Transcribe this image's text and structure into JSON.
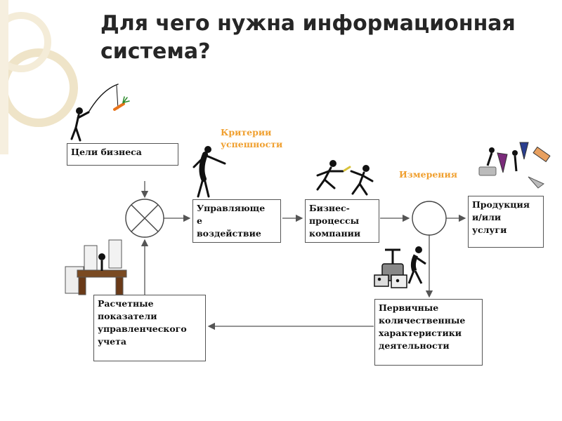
{
  "title": "Для чего нужна информационная система?",
  "colors": {
    "accent": "#f0a030",
    "text": "#111111",
    "stroke": "#555555",
    "deco": "#efe4c8"
  },
  "nodes": {
    "goals": "Цели бизнеса",
    "control": "Управляюще\nе\nвоздействие",
    "processes": "Бизнес-\nпроцессы\nкомпании",
    "product": "Продукция\nи/или\n услуги",
    "primary": "Первичные\nколичественные\n характеристики\n деятельности",
    "indicators": "Расчетные\nпоказатели\nуправленческого\nучета"
  },
  "labels": {
    "criteria": "Критерии\nуспешности",
    "measures": "Измерения"
  },
  "icons": [
    "comparator-circle",
    "summing-circle",
    "stick-figure-carrot",
    "stick-figure-pointing",
    "relay-runners-icon",
    "scales-icon",
    "office-desk-papers-icon",
    "products-icon"
  ]
}
